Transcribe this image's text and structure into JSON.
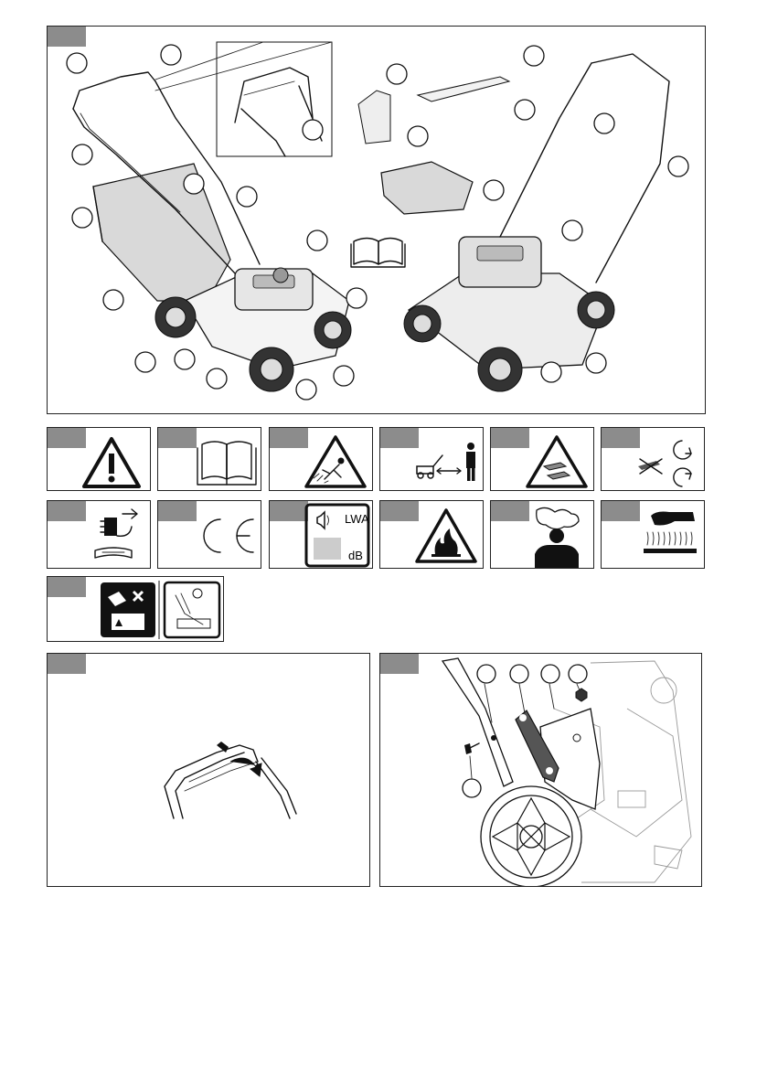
{
  "panels": {
    "overview": {
      "tab": "",
      "callouts": [
        "",
        "",
        "",
        "",
        "",
        "",
        "",
        "",
        "",
        "",
        "",
        "",
        "",
        "",
        "",
        "",
        "",
        "",
        "",
        "",
        "",
        "",
        "",
        ""
      ]
    },
    "symbols": [
      {
        "id": "warning",
        "icon": "warning-triangle-icon"
      },
      {
        "id": "read-manual",
        "icon": "open-book-icon"
      },
      {
        "id": "thrown-objects",
        "icon": "thrown-objects-triangle-icon"
      },
      {
        "id": "keep-distance",
        "icon": "keep-distance-icon"
      },
      {
        "id": "cutting-hazard",
        "icon": "blade-hand-triangle-icon"
      },
      {
        "id": "rotating-blade",
        "icon": "rotating-blade-icon"
      },
      {
        "id": "disconnect-spark-plug",
        "icon": "spark-plug-disconnect-icon"
      },
      {
        "id": "ce-mark",
        "icon": "ce-mark-icon",
        "text": "CE"
      },
      {
        "id": "sound-power",
        "icon": "sound-power-label-icon",
        "unit_top": "LWA",
        "unit_bottom": "dB"
      },
      {
        "id": "flammable",
        "icon": "fire-triangle-icon"
      },
      {
        "id": "toxic-fumes",
        "icon": "toxic-fumes-icon"
      },
      {
        "id": "hot-surface",
        "icon": "hot-surface-icon"
      },
      {
        "id": "fuel-oil",
        "icon": "fuel-oil-warning-icon"
      }
    ],
    "handle_fold": {
      "tab": ""
    },
    "handle_assembly": {
      "tab": "",
      "callouts": [
        "",
        "",
        "",
        "",
        ""
      ]
    }
  },
  "colors": {
    "tab": "#8c8c8c",
    "line": "#111111",
    "bag": "#d8d8d8",
    "lightgray": "#cccccc"
  }
}
